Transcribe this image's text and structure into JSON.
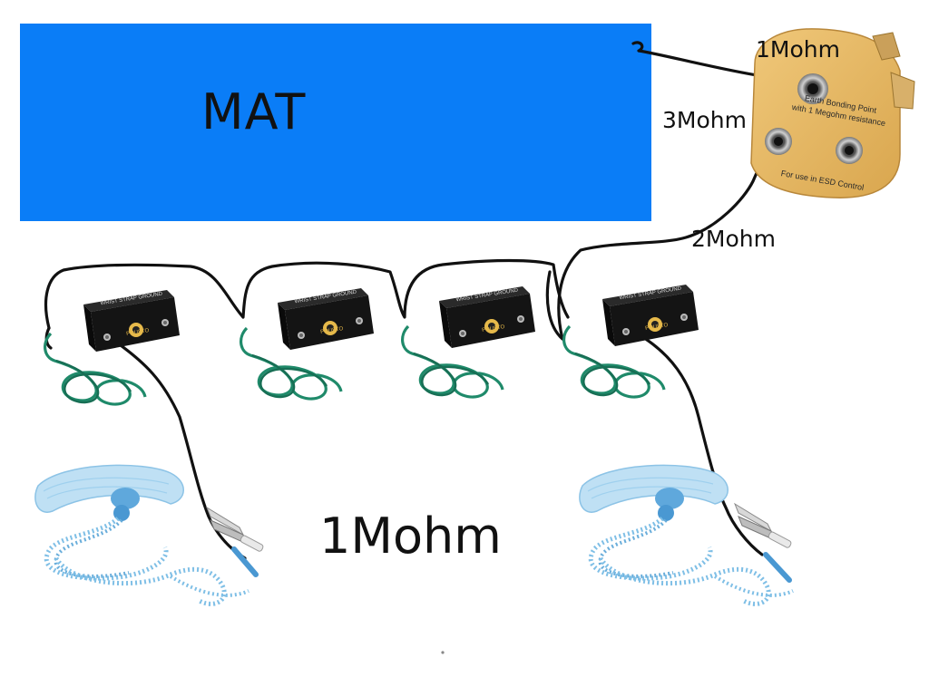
{
  "labels": {
    "mat": "MAT",
    "point_top": "1Mohm",
    "point_left": "3Mohm",
    "wire_link": "2Mohm",
    "straps": "1Mohm"
  },
  "bonding_point": {
    "line1": "Earth Bonding Point",
    "line2": "with 1 Megohm resistance",
    "line3": "For use in ESD Control"
  },
  "ground_box": {
    "title": "WRIST STRAP GROUND",
    "brand": "POUSTO"
  },
  "colors": {
    "mat": "#0a7df7",
    "wire": "#111111",
    "green_cord": "#1f8a6a",
    "coil_cord": "#7fbfe6",
    "bonding_point": "#e6b761"
  }
}
